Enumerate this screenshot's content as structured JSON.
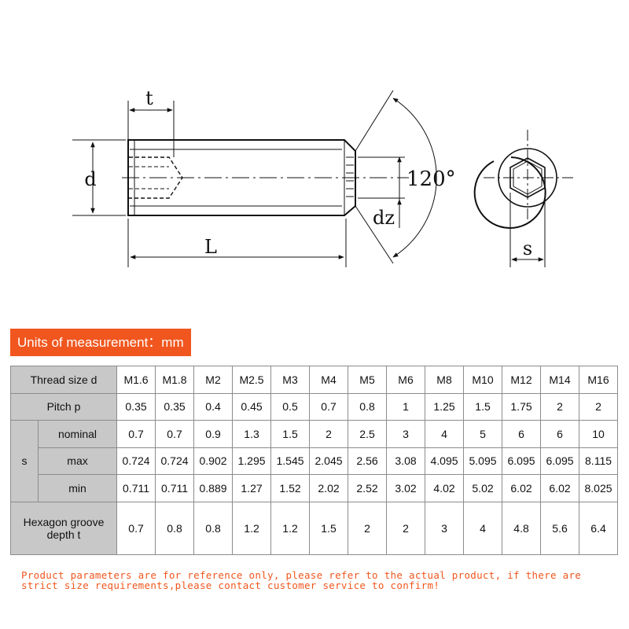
{
  "drawing": {
    "label_t": "t",
    "label_d": "d",
    "label_L": "L",
    "label_dz": "dz",
    "label_angle": "120°",
    "label_s": "s"
  },
  "banner": "Units of measurement：mm",
  "table": {
    "thread_header": "Thread size d",
    "sizes": [
      "M1.6",
      "M1.8",
      "M2",
      "M2.5",
      "M3",
      "M4",
      "M5",
      "M6",
      "M8",
      "M10",
      "M12",
      "M14",
      "M16"
    ],
    "pitch_label": "Pitch p",
    "pitch": [
      "0.35",
      "0.35",
      "0.4",
      "0.45",
      "0.5",
      "0.7",
      "0.8",
      "1",
      "1.25",
      "1.5",
      "1.75",
      "2",
      "2"
    ],
    "s_label": "s",
    "nominal_label": "nominal",
    "nominal": [
      "0.7",
      "0.7",
      "0.9",
      "1.3",
      "1.5",
      "2",
      "2.5",
      "3",
      "4",
      "5",
      "6",
      "6",
      "10"
    ],
    "max_label": "max",
    "max": [
      "0.724",
      "0.724",
      "0.902",
      "1.295",
      "1.545",
      "2.045",
      "2.56",
      "3.08",
      "4.095",
      "5.095",
      "6.095",
      "6.095",
      "8.115"
    ],
    "min_label": "min",
    "min": [
      "0.711",
      "0.711",
      "0.889",
      "1.27",
      "1.52",
      "2.02",
      "2.52",
      "3.02",
      "4.02",
      "5.02",
      "6.02",
      "6.02",
      "8.025"
    ],
    "groove_label": "Hexagon groove depth t",
    "groove": [
      "0.7",
      "0.8",
      "0.8",
      "1.2",
      "1.2",
      "1.5",
      "2",
      "2",
      "3",
      "4",
      "4.8",
      "5.6",
      "6.4"
    ]
  },
  "note": "Product parameters are for reference only, please refer to the actual product, if there are strict size requirements,please contact customer service to confirm!",
  "colors": {
    "accent": "#f0561e",
    "header_fill": "#c8c8c8",
    "grid": "#8c8c8c"
  }
}
